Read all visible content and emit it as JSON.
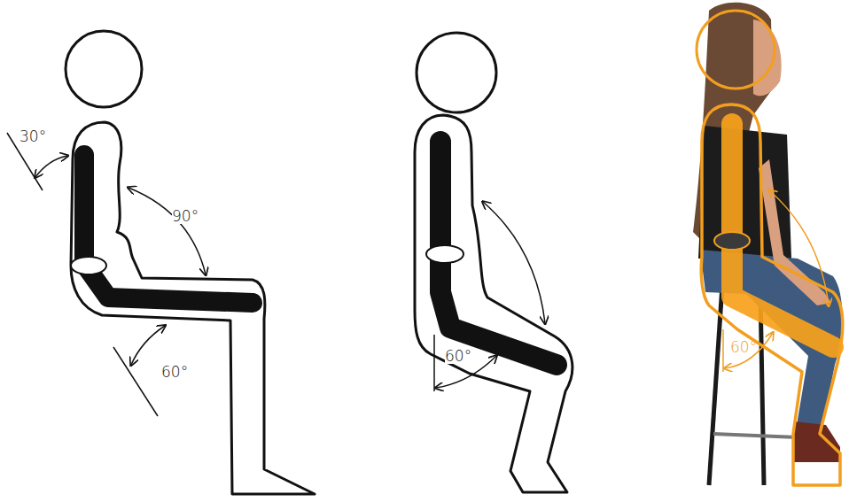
{
  "diagram": {
    "labels": [
      "30°",
      "90°",
      "60°",
      "60°",
      "60°"
    ]
  }
}
